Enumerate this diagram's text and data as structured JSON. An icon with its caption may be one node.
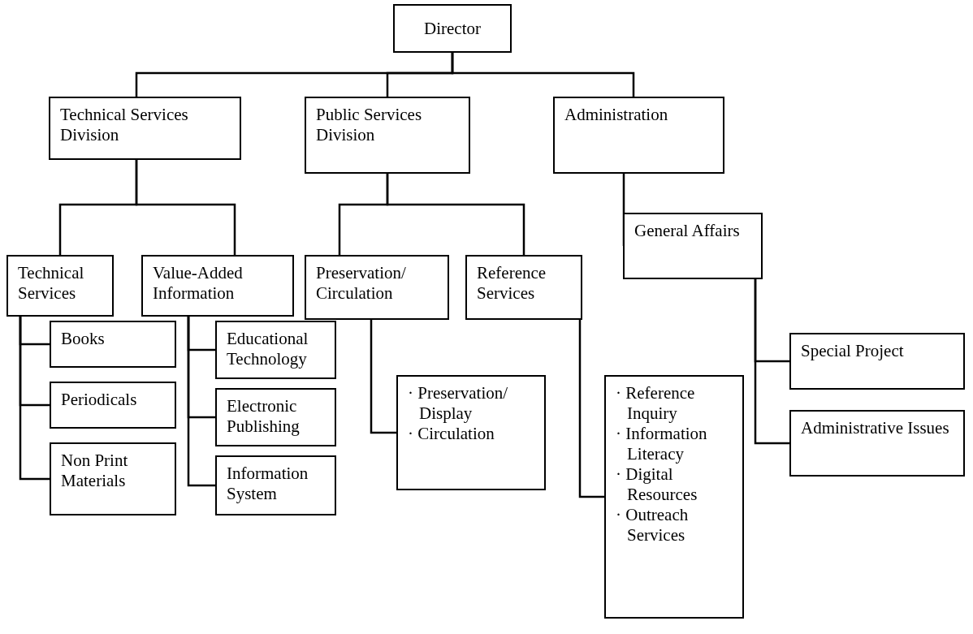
{
  "diagram": {
    "nodes": [
      {
        "text": [
          "Director"
        ]
      },
      {
        "text": [
          "Technical Services Division"
        ]
      },
      {
        "text": [
          "Public Services Division"
        ]
      },
      {
        "text": [
          "Administration"
        ]
      },
      {
        "text": [
          "Technical Services"
        ]
      },
      {
        "text": [
          "Value-Added Information"
        ]
      },
      {
        "text": [
          "Preservation/ Circulation"
        ]
      },
      {
        "text": [
          "Reference Services"
        ]
      },
      {
        "text": [
          "General Affairs"
        ]
      },
      {
        "text": [
          "Books"
        ]
      },
      {
        "text": [
          "Periodicals"
        ]
      },
      {
        "text": [
          "Non Print Materials"
        ]
      },
      {
        "text": [
          "Educational Technology"
        ]
      },
      {
        "text": [
          "Electronic Publishing"
        ]
      },
      {
        "text": [
          "Information System"
        ]
      },
      {
        "text": [
          "· Preservation/ Display",
          "· Circulation"
        ]
      },
      {
        "text": [
          "· Reference Inquiry",
          "· Information Literacy",
          "· Digital Resources",
          "· Outreach Services"
        ]
      },
      {
        "text": [
          "Special Project"
        ]
      },
      {
        "text": [
          "Administrative Issues"
        ]
      }
    ],
    "edges": [
      {
        "from": 0,
        "to": 1,
        "arrow": "none"
      },
      {
        "from": 0,
        "to": 2,
        "arrow": "none"
      },
      {
        "from": 0,
        "to": 3,
        "arrow": "none"
      },
      {
        "from": 1,
        "to": 4,
        "arrow": "none"
      },
      {
        "from": 1,
        "to": 5,
        "arrow": "none"
      },
      {
        "from": 2,
        "to": 6,
        "arrow": "none"
      },
      {
        "from": 2,
        "to": 7,
        "arrow": "none"
      },
      {
        "from": 3,
        "to": 8,
        "arrow": "none"
      },
      {
        "from": 4,
        "to": 9,
        "arrow": "none"
      },
      {
        "from": 4,
        "to": 10,
        "arrow": "none"
      },
      {
        "from": 4,
        "to": 11,
        "arrow": "none"
      },
      {
        "from": 5,
        "to": 12,
        "arrow": "none"
      },
      {
        "from": 5,
        "to": 13,
        "arrow": "none"
      },
      {
        "from": 5,
        "to": 14,
        "arrow": "none"
      },
      {
        "from": 6,
        "to": 15,
        "arrow": "none"
      },
      {
        "from": 7,
        "to": 16,
        "arrow": "none"
      },
      {
        "from": 8,
        "to": 17,
        "arrow": "none"
      },
      {
        "from": 8,
        "to": 18,
        "arrow": "none"
      }
    ]
  }
}
